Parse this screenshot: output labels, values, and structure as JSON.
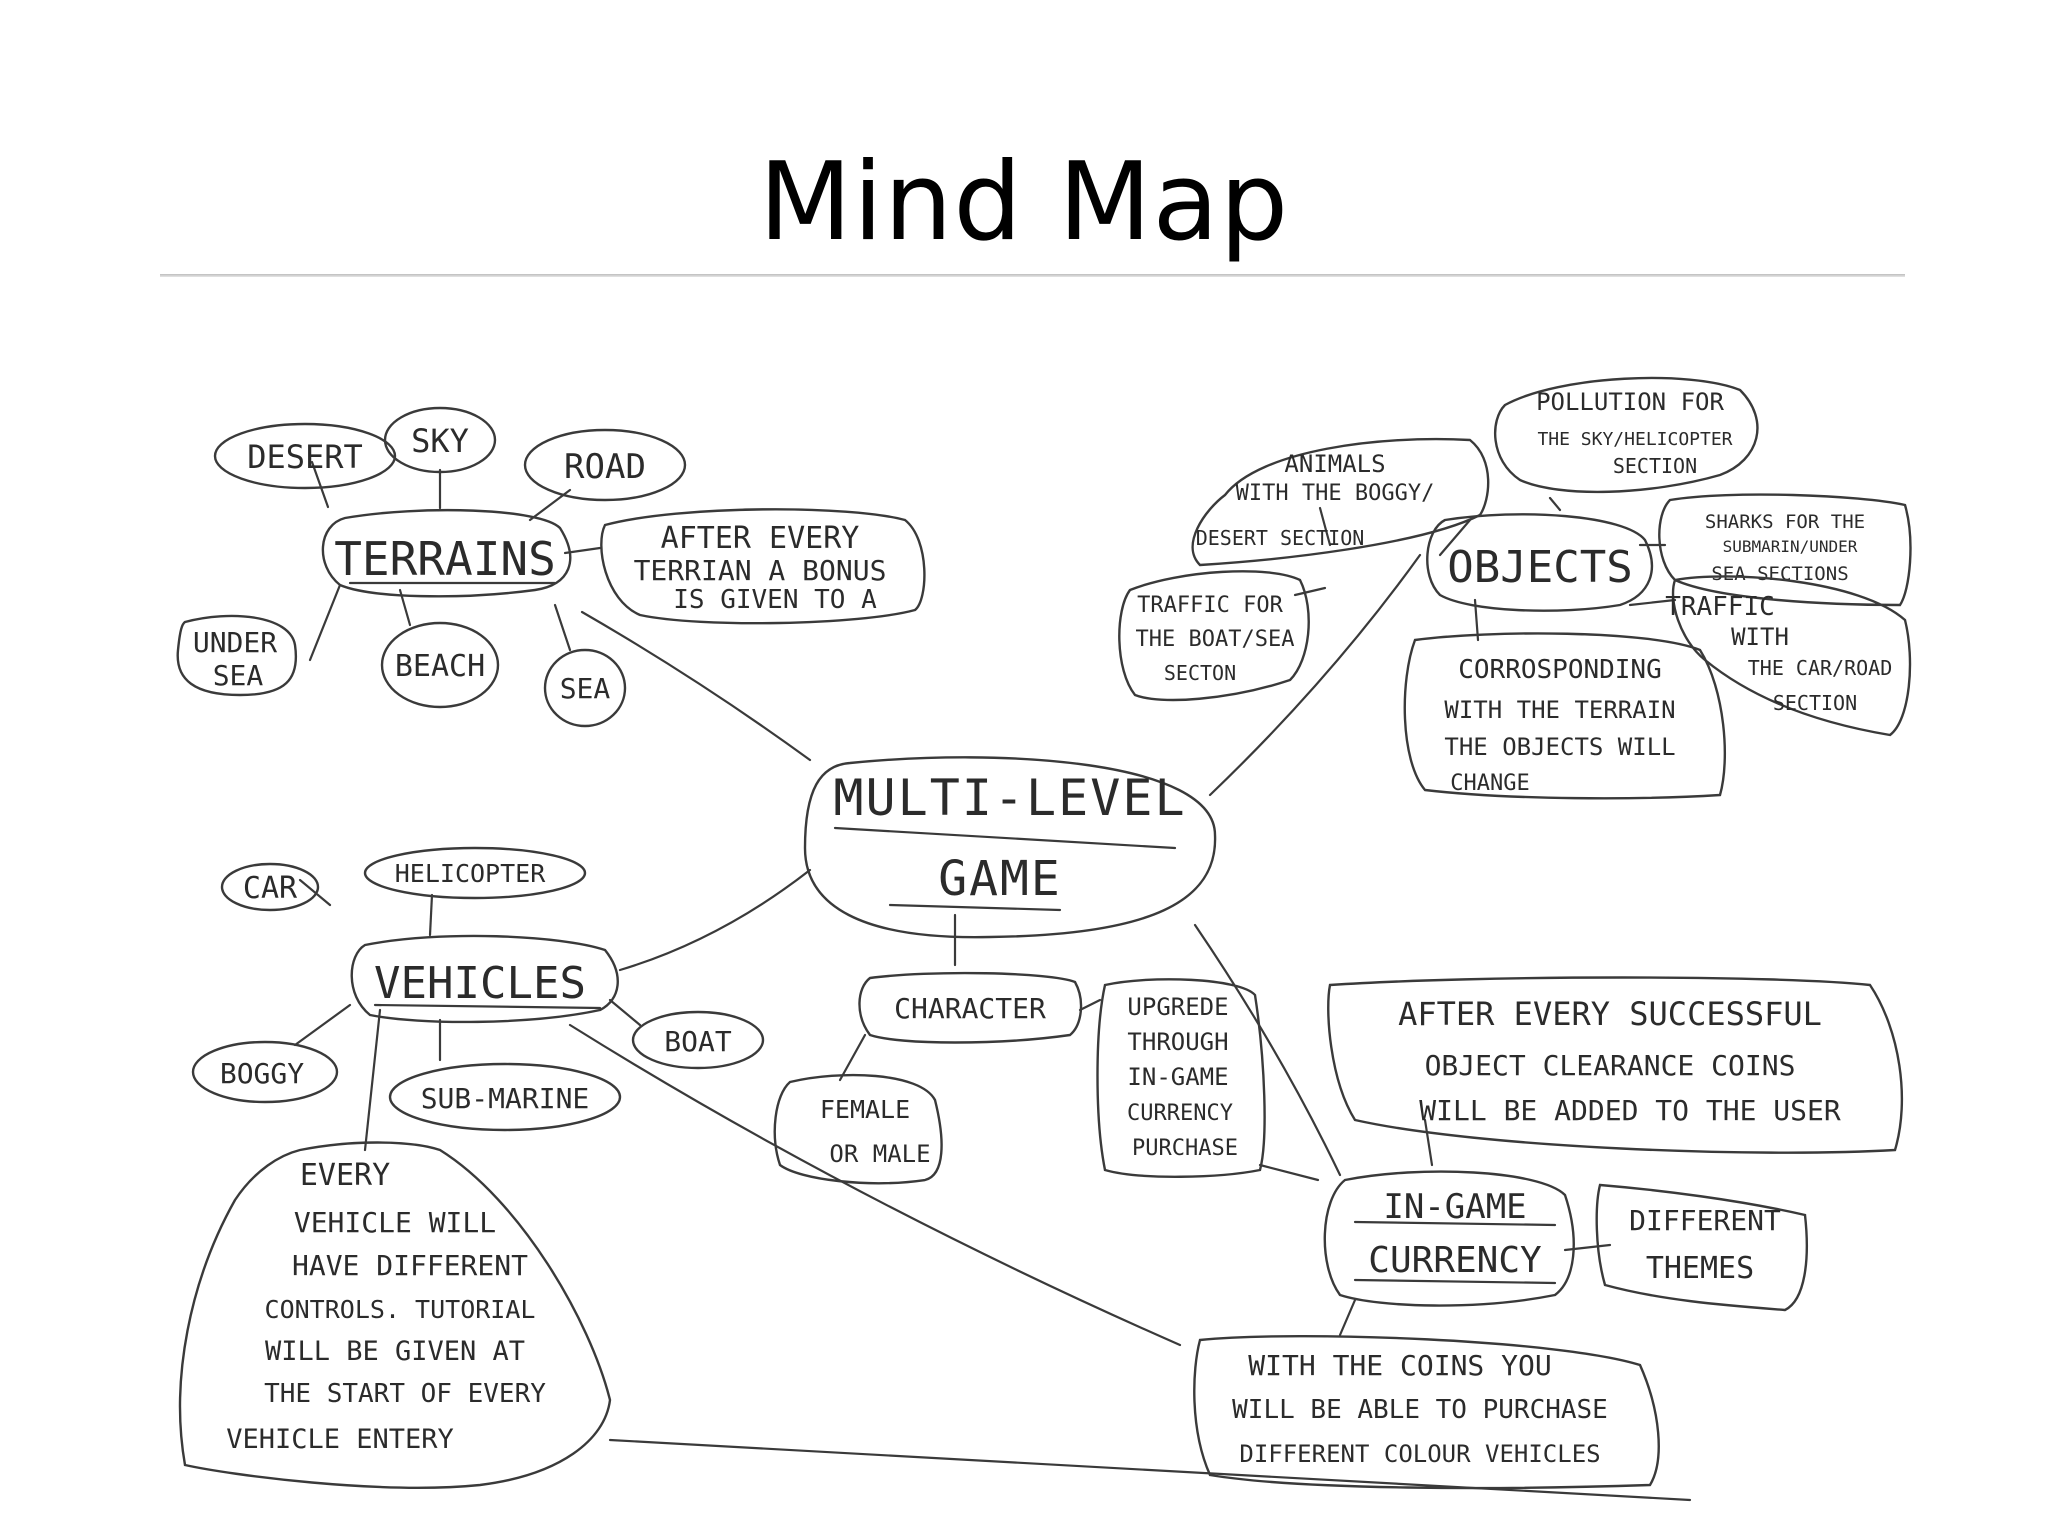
{
  "slide": {
    "title": "Mind Map"
  },
  "mindmap": {
    "center": {
      "line1": "MULTI-LEVEL",
      "line2": "GAME"
    },
    "terrains": {
      "label": "TERRAINS",
      "items": [
        "DESERT",
        "SKY",
        "ROAD",
        "UNDER",
        "SEA",
        "BEACH",
        "SEA"
      ],
      "note": [
        "AFTER EVERY",
        "TERRIAN A BONUS",
        "IS GIVEN TO A"
      ]
    },
    "objects": {
      "label": "OBJECTS",
      "animals": [
        "ANIMALS",
        "WITH THE BOGGY/",
        "DESERT SECTION"
      ],
      "pollution": [
        "POLLUTION FOR",
        "THE SKY/HELICOPTER",
        "SECTION"
      ],
      "sharks": [
        "SHARKS FOR THE",
        "SUBMARIN/UNDER",
        "SEA SECTIONS"
      ],
      "traffic_boat": [
        "TRAFFIC FOR",
        "THE BOAT/SEA",
        "SECTON"
      ],
      "traffic_car": [
        "TRAFFIC",
        "WITH",
        "THE CAR/ROAD",
        "SECTION"
      ],
      "corresponding": [
        "CORROSPONDING",
        "WITH THE TERRAIN",
        "THE OBJECTS WILL",
        "CHANGE"
      ]
    },
    "vehicles": {
      "label": "VEHICLES",
      "items": [
        "CAR",
        "HELICOPTER",
        "BOGGY",
        "SUB-MARINE",
        "BOAT"
      ],
      "note": [
        "EVERY",
        "VEHICLE WILL",
        "HAVE DIFFERENT",
        "CONTROLS. TUTORIAL",
        "WILL BE GIVEN AT",
        "THE START OF EVERY",
        "VEHICLE ENTERY"
      ]
    },
    "character": {
      "label": "CHARACTER",
      "gender": [
        "FEMALE",
        "OR MALE"
      ],
      "upgrade": [
        "UPGREDE",
        "THROUGH",
        "IN-GAME",
        "CURRENCY",
        "PURCHASE"
      ]
    },
    "currency": {
      "label": [
        "IN-GAME",
        "CURRENCY"
      ],
      "success": [
        "AFTER EVERY SUCCESSFUL",
        "OBJECT CLEARANCE COINS",
        "WILL BE ADDED TO THE USER"
      ],
      "themes": [
        "DIFFERENT",
        "THEMES"
      ],
      "coins": [
        "WITH THE COINS YOU",
        "WILL BE ABLE TO PURCHASE",
        "DIFFERENT COLOUR VEHICLES"
      ]
    }
  },
  "colors": {
    "ink": "#2b2b2b",
    "background": "#ffffff"
  }
}
